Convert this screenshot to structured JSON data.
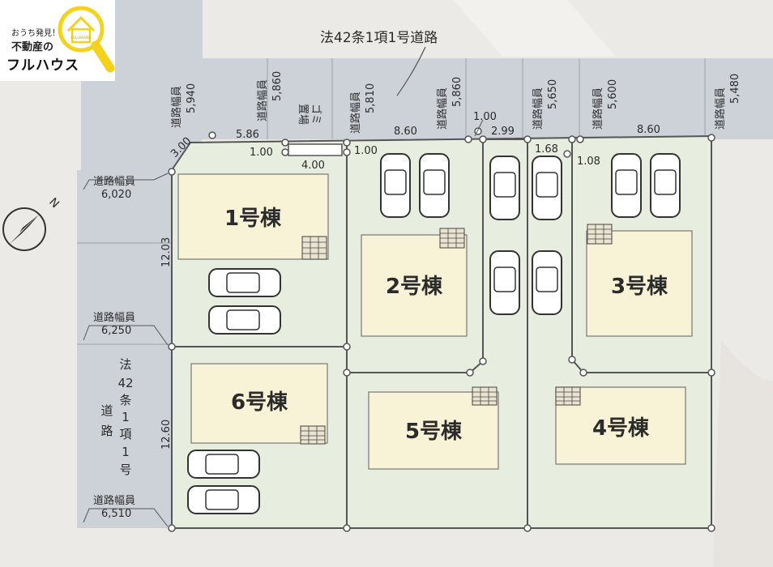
{
  "logo": {
    "tagline": "おうち発見！",
    "line2": "不動産の",
    "brand": "フルハウス",
    "mini": "FULLHOUSE"
  },
  "compass": {
    "north": "N"
  },
  "roads": {
    "main_top": "法42条1項1号道路",
    "left_main_chars": [
      "法",
      "42",
      "条",
      "1",
      "項",
      "1",
      "号"
    ],
    "left_main_side": [
      "道",
      "路"
    ]
  },
  "road_widths": {
    "label": "道路幅員",
    "top_1": "5,940",
    "top_2": "5,860",
    "top_3": "5,810",
    "top_4": "5,860",
    "top_5": "5,650",
    "top_6": "5,600",
    "top_7": "5,480",
    "left_1": "6,020",
    "left_2": "6,250",
    "left_3": "6,510"
  },
  "garbage": {
    "line1": "ゴミ",
    "line2": "置場"
  },
  "dimensions": {
    "d_586": "5.86",
    "d_300": "3.00",
    "d_100a": "1.00",
    "d_400": "4.00",
    "d_100b": "1.00",
    "d_860a": "8.60",
    "d_100c": "1.00",
    "d_299": "2.99",
    "d_168": "1.68",
    "d_108": "1.08",
    "d_860b": "8.60",
    "d_1203": "12.03",
    "d_1260": "12.60"
  },
  "buildings": [
    "1号棟",
    "2号棟",
    "3号棟",
    "4号棟",
    "5号棟",
    "6号棟"
  ],
  "colors": {
    "lot": "#e8eedf",
    "road": "#cdd2d8",
    "house": "#f8f2d6",
    "line": "#555555",
    "logo_yellow": "#f4d21c"
  }
}
